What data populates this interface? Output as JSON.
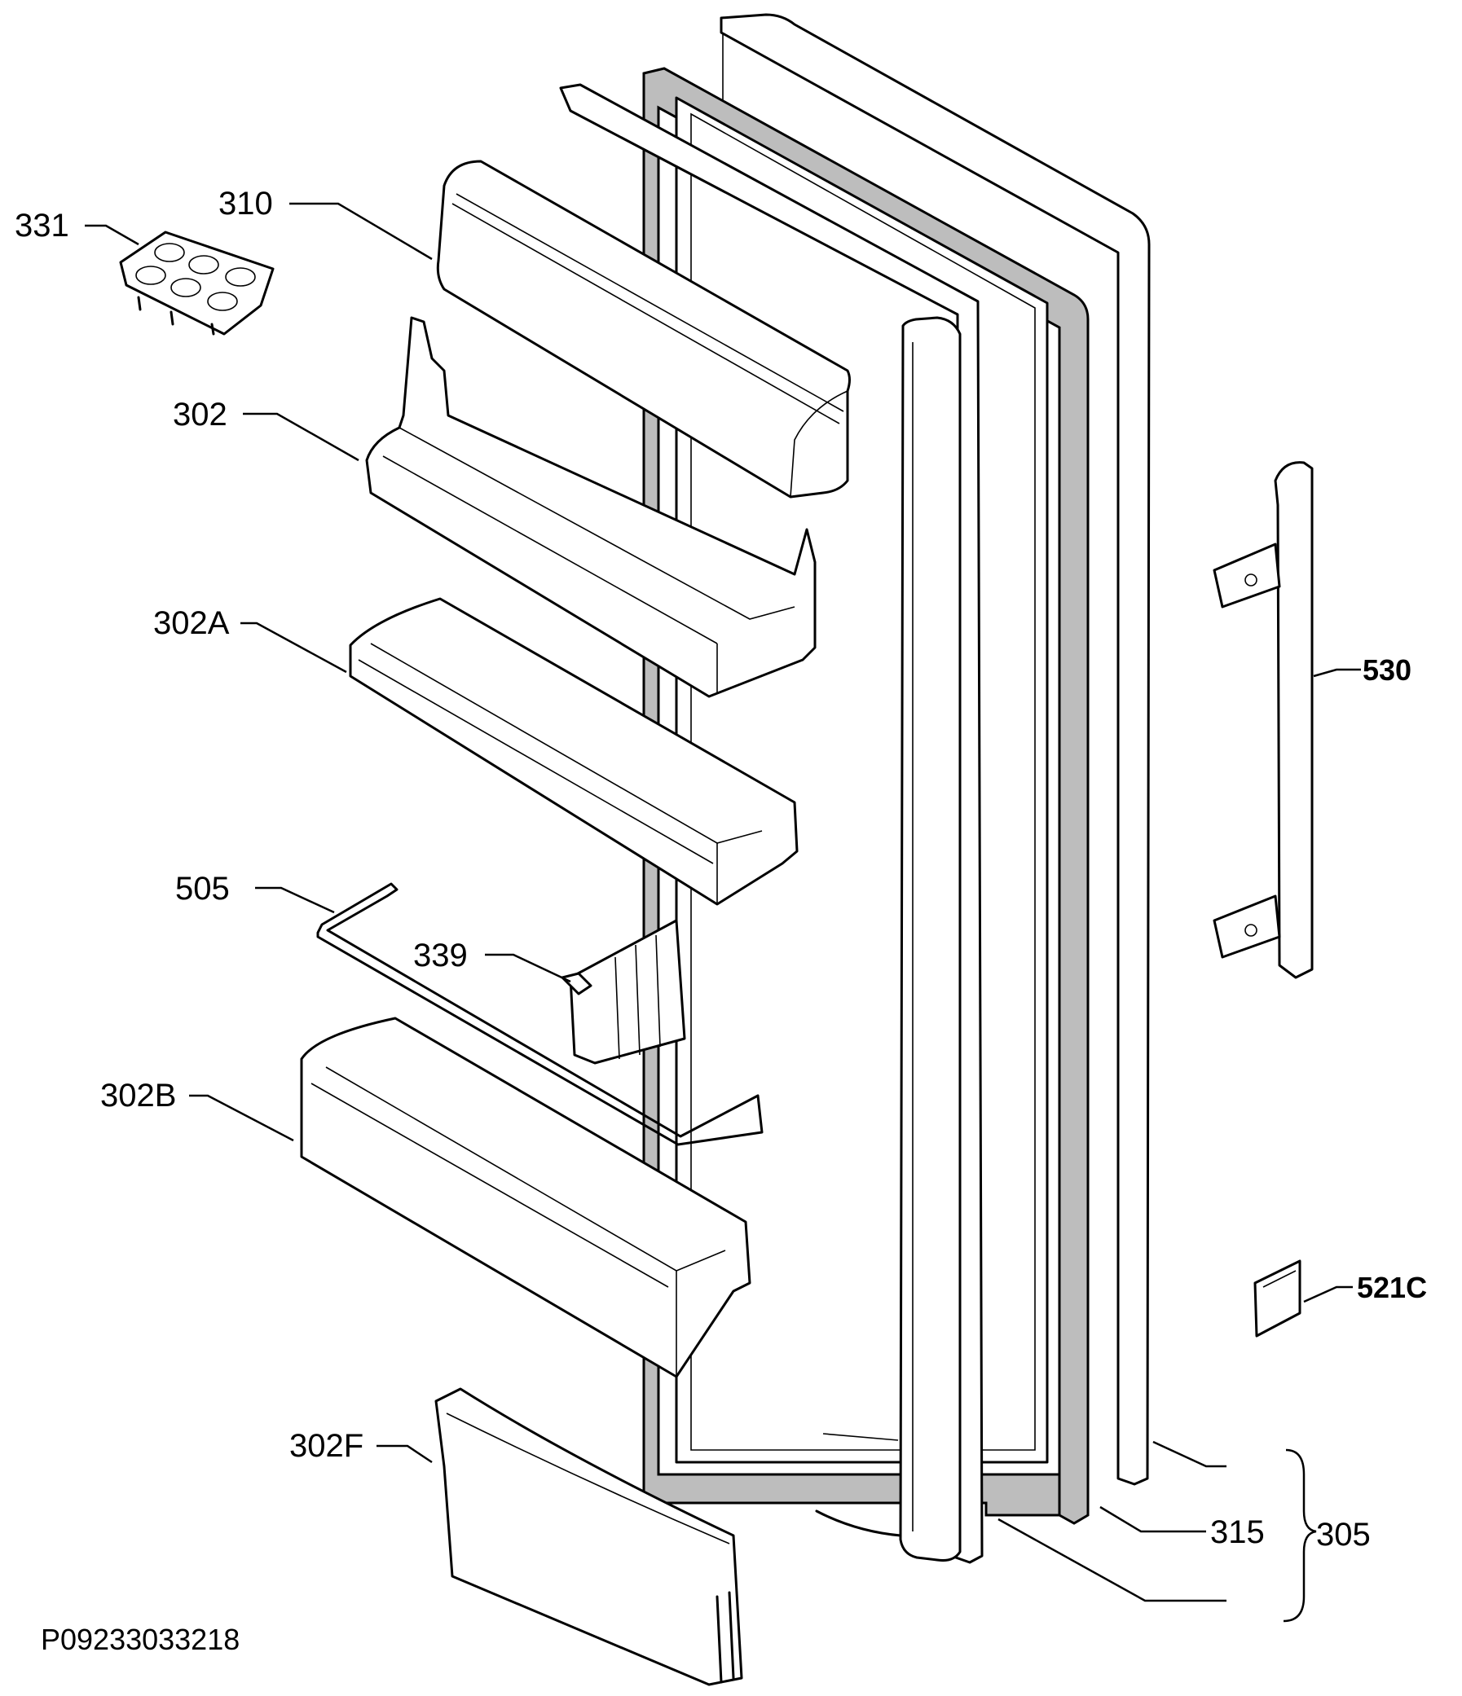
{
  "diagram": {
    "document_id": "P09233033218",
    "labels": {
      "l331": "331",
      "l310": "310",
      "l302": "302",
      "l302a": "302A",
      "l505": "505",
      "l339": "339",
      "l302b": "302B",
      "l302f": "302F",
      "l530": "530",
      "l521c": "521C",
      "l315": "315",
      "l305": "305"
    },
    "colors": {
      "line": "#000000",
      "gasket": "#bdbdbd",
      "background": "#ffffff"
    }
  }
}
